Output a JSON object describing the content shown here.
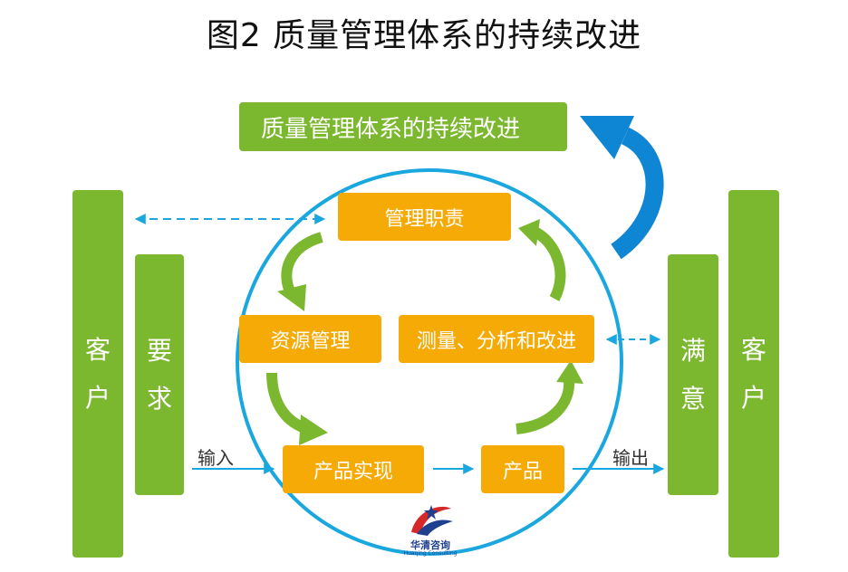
{
  "title": "图2  质量管理体系的持续改进",
  "banner": "质量管理体系的持续改进",
  "left_customer": [
    "客",
    "户"
  ],
  "requirement": [
    "要",
    "求"
  ],
  "satisfaction": [
    "满",
    "意"
  ],
  "right_customer": [
    "客",
    "户"
  ],
  "process_boxes": {
    "management": "管理职责",
    "resource": "资源管理",
    "measurement": "测量、分析和改进",
    "realization": "产品实现",
    "product": "产品"
  },
  "labels": {
    "input": "输入",
    "output": "输出"
  },
  "logo": {
    "name": "华清咨询",
    "sub": "Huaqing Consulting"
  },
  "colors": {
    "green": "#7cb82f",
    "orange": "#f5aa06",
    "blue": "#1aa7e0",
    "dark_blue": "#0e86d4"
  }
}
